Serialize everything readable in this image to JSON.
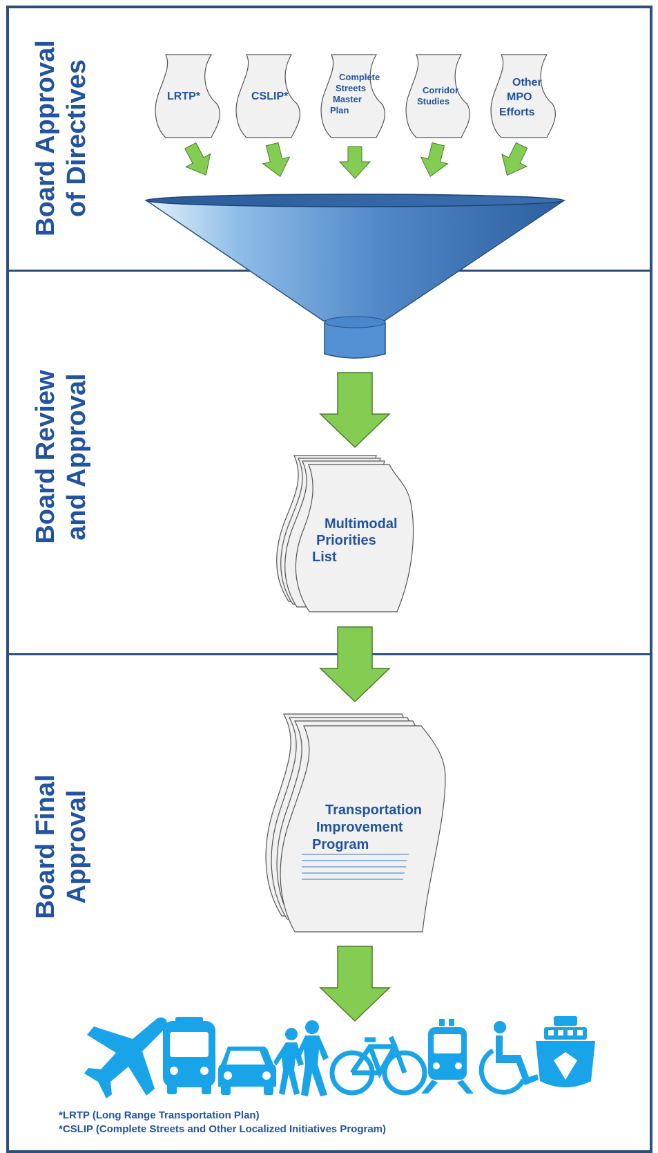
{
  "sections": [
    {
      "title_line1": "Board Approval",
      "title_line2": "of Directives"
    },
    {
      "title_line1": "Board  Review",
      "title_line2": "and Approval"
    },
    {
      "title_line1": "Board Final",
      "title_line2": "Approval"
    }
  ],
  "directives": [
    {
      "lines": [
        "LRTP*"
      ]
    },
    {
      "lines": [
        "CSLIP*"
      ]
    },
    {
      "lines": [
        "Complete",
        "Streets",
        "Master",
        "Plan"
      ]
    },
    {
      "lines": [
        "Corridor",
        "Studies"
      ]
    },
    {
      "lines": [
        "Other",
        "MPO",
        "Efforts"
      ]
    }
  ],
  "priorities_doc": {
    "lines": [
      "Multimodal",
      "Priorities",
      "List"
    ]
  },
  "tip_doc": {
    "lines": [
      "Transportation",
      "Improvement",
      "Program"
    ]
  },
  "modes": [
    "airplane-icon",
    "bus-icon",
    "car-icon",
    "pedestrians-icon",
    "bicycle-icon",
    "train-icon",
    "wheelchair-icon",
    "ship-icon"
  ],
  "footnotes": {
    "line1": "*LRTP (Long Range Transportation Plan)",
    "line2": "*CSLIP (Complete Streets and Other Localized Initiatives Program)"
  },
  "colors": {
    "frame": "#2a4f80",
    "title": "#23539f",
    "arrow": "#84cc52",
    "funnel_dark": "#2d5f9f",
    "funnel_light": "#d6ebfb",
    "icons": "#19a3e8",
    "paper": "#f1f1f1"
  }
}
